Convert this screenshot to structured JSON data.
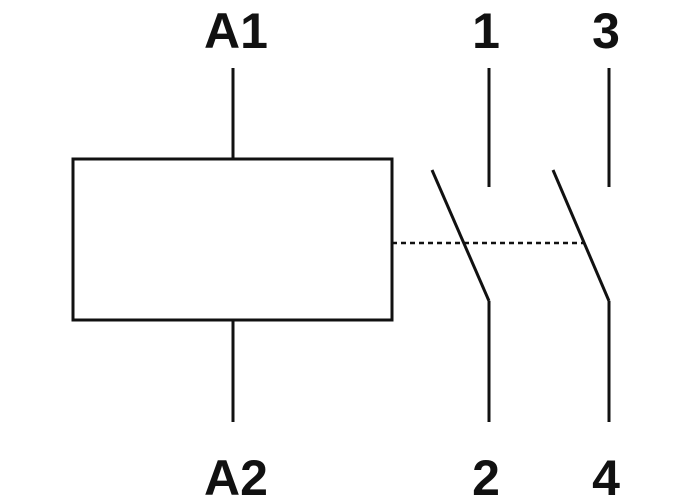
{
  "diagram": {
    "terminals": {
      "coil_top": "A1",
      "coil_bottom": "A2",
      "contact1_top": "1",
      "contact1_bottom": "2",
      "contact2_top": "3",
      "contact2_bottom": "4"
    },
    "colors": {
      "line": "#111111",
      "background": "#ffffff"
    }
  }
}
